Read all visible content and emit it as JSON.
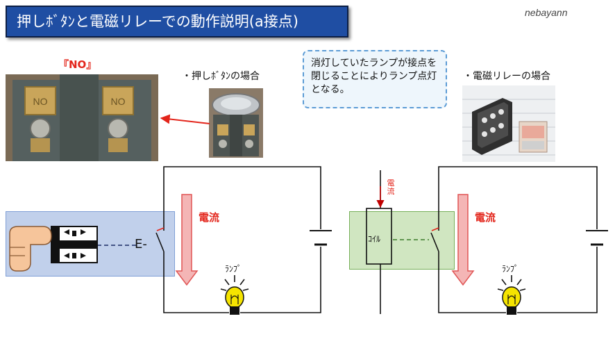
{
  "title": "押しﾎﾞﾀﾝと電磁リレーでの動作説明(a接点)",
  "author": "nebayann",
  "no_label": "『NO』",
  "pushbutton_caption": "・押しﾎﾞﾀﾝの場合",
  "relay_caption": "・電磁リレーの場合",
  "note_text": "消灯していたランプが接点を閉じることによりランプ点灯となる。",
  "left_circuit": {
    "current_label": "電流",
    "lamp_label": "ﾗﾝﾌﾟ",
    "switch_label": "E-"
  },
  "right_circuit": {
    "current_label": "電流",
    "coil_current_label": "電流",
    "coil_label": "ｺｲﾙ",
    "lamp_label": "ﾗﾝﾌﾟ"
  },
  "colors": {
    "title_bg": "#1f4ea3",
    "accent_red": "#e3251b",
    "arrow_fill": "#f4b5b5",
    "pushbutton_shade": "#8ea9db",
    "relay_shade": "#a9d18e",
    "lamp_yellow": "#f5e400"
  },
  "icons": [
    "hand-pointer-icon",
    "pushbutton-icon",
    "lamp-icon",
    "battery-icon",
    "switch-contact-icon",
    "coil-icon"
  ]
}
